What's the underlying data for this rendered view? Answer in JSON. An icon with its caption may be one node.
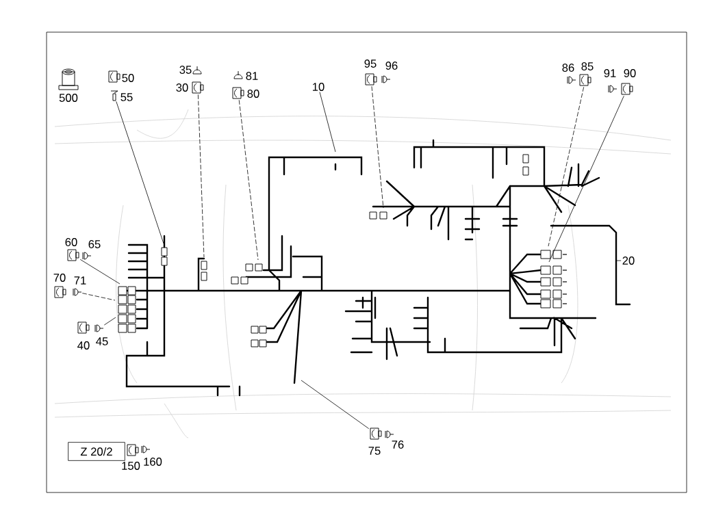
{
  "diagram": {
    "nodes": [
      {
        "text": [],
        "shape": "picture",
        "beside": [
          "500"
        ]
      },
      {
        "text": [],
        "shape": "picture",
        "beside": [
          "50"
        ]
      },
      {
        "text": [],
        "shape": "picture",
        "beside": [
          "55"
        ]
      },
      {
        "text": [],
        "shape": "picture",
        "beside": [
          "35"
        ]
      },
      {
        "text": [],
        "shape": "picture",
        "beside": [
          "30"
        ]
      },
      {
        "text": [],
        "shape": "picture",
        "beside": [
          "81"
        ]
      },
      {
        "text": [],
        "shape": "picture",
        "beside": [
          "80"
        ]
      },
      {
        "text": [
          "10"
        ]
      },
      {
        "text": [],
        "shape": "picture",
        "beside": [
          "95"
        ]
      },
      {
        "text": [],
        "shape": "picture",
        "beside": [
          "96"
        ]
      },
      {
        "text": [],
        "shape": "picture",
        "beside": [
          "86"
        ]
      },
      {
        "text": [],
        "shape": "picture",
        "beside": [
          "85"
        ]
      },
      {
        "text": [],
        "shape": "picture",
        "beside": [
          "91"
        ]
      },
      {
        "text": [],
        "shape": "picture",
        "beside": [
          "90"
        ]
      },
      {
        "text": [],
        "shape": "picture",
        "beside": [
          "60"
        ]
      },
      {
        "text": [],
        "shape": "picture",
        "beside": [
          "65"
        ]
      },
      {
        "text": [
          "20"
        ]
      },
      {
        "text": [],
        "shape": "picture",
        "beside": [
          "70"
        ]
      },
      {
        "text": [],
        "shape": "picture",
        "beside": [
          "71"
        ]
      },
      {
        "text": [],
        "shape": "picture",
        "beside": [
          "40"
        ]
      },
      {
        "text": [],
        "shape": "picture",
        "beside": [
          "45"
        ]
      },
      {
        "text": [],
        "shape": "picture",
        "beside": [
          "75"
        ]
      },
      {
        "text": [],
        "shape": "picture",
        "beside": [
          "76"
        ]
      },
      {
        "text": [
          "Z 20/2"
        ]
      },
      {
        "text": [],
        "shape": "picture",
        "beside": [
          "150"
        ]
      },
      {
        "text": [],
        "shape": "picture",
        "beside": [
          "160"
        ]
      }
    ],
    "edges": [
      {
        "from": 2,
        "to": null,
        "arrow": "none"
      },
      {
        "from": 4,
        "to": null,
        "arrow": "none",
        "style": "dashed"
      },
      {
        "from": 6,
        "to": null,
        "arrow": "none",
        "style": "dashed"
      },
      {
        "from": 7,
        "to": null,
        "arrow": "none"
      },
      {
        "from": 8,
        "to": null,
        "arrow": "none",
        "style": "dashed"
      },
      {
        "from": 11,
        "to": null,
        "arrow": "none",
        "style": "dashed"
      },
      {
        "from": 13,
        "to": null,
        "arrow": "none"
      },
      {
        "from": 14,
        "to": null,
        "arrow": "none"
      },
      {
        "from": 18,
        "to": null,
        "arrow": "none",
        "style": "dashed"
      },
      {
        "from": 20,
        "to": null,
        "arrow": "none"
      },
      {
        "from": 16,
        "to": null,
        "arrow": "none"
      },
      {
        "from": 21,
        "to": null,
        "arrow": "none"
      }
    ]
  }
}
